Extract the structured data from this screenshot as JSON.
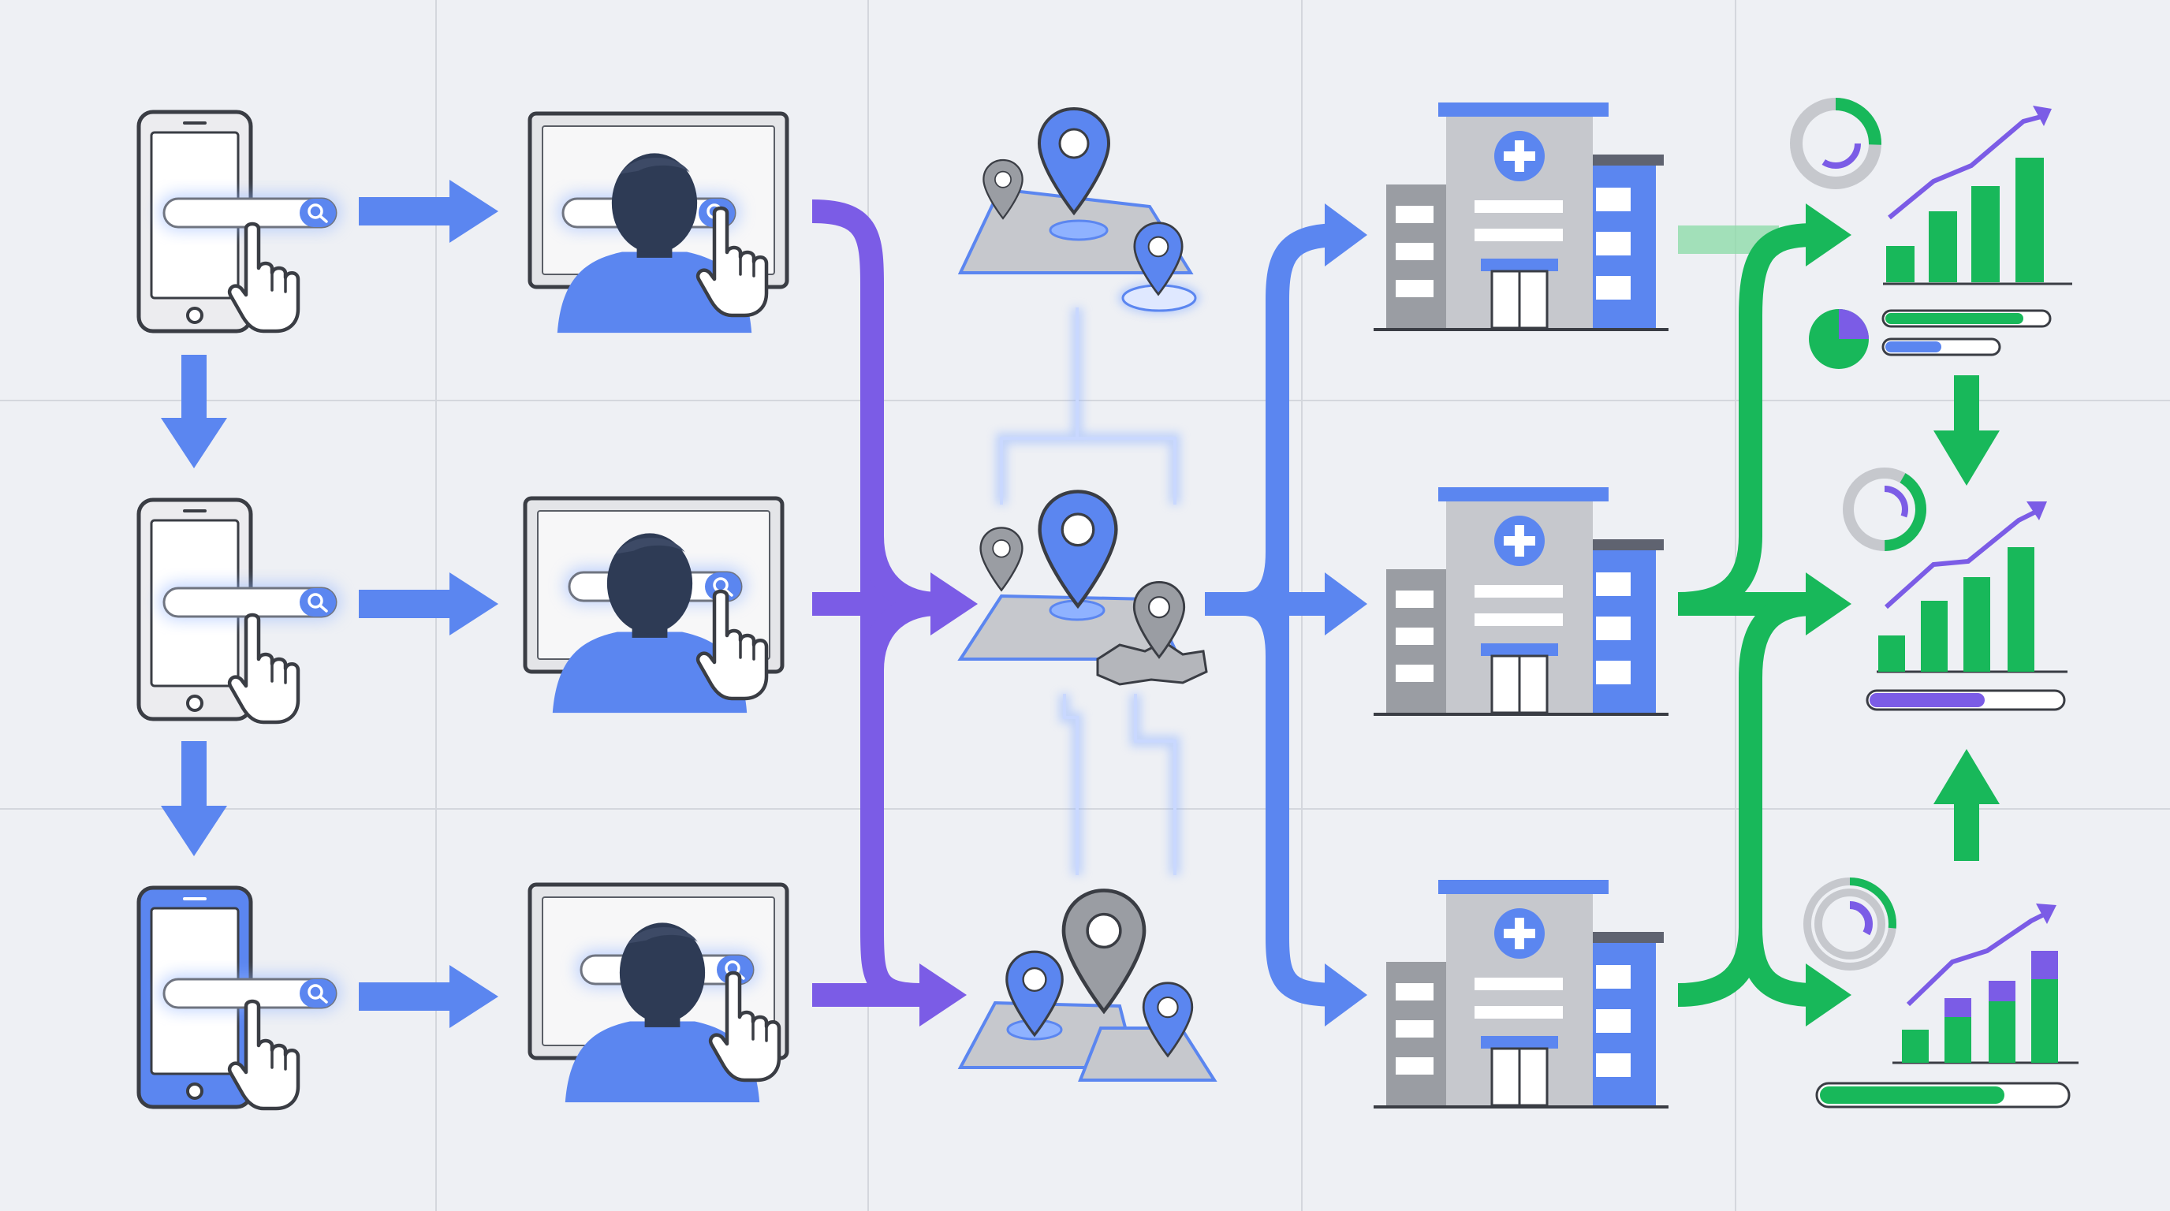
{
  "colors": {
    "background": "#eef0f4",
    "grid_line": "#d4d7dd",
    "blue": "#5b86f0",
    "blue_dark": "#4f78e6",
    "purple": "#7b5ce6",
    "green": "#18b85a",
    "green_light": "#8fdcaa",
    "gray": "#9a9da3",
    "gray_light": "#c6c8cd",
    "outline": "#3a3d44",
    "hair": "#2e3b55",
    "screen": "#e7e8eb",
    "glow": "#8fb2ff"
  },
  "icons": {
    "phone": "smartphone-icon",
    "search": "search-icon",
    "hand": "pointing-hand-icon",
    "monitor": "desktop-monitor-icon",
    "user": "user-icon",
    "pin": "map-pin-icon",
    "map": "map-icon",
    "hospital": "hospital-building-icon",
    "cross": "medical-cross-icon",
    "chart": "bar-chart-icon",
    "donut": "donut-chart-icon",
    "pie": "pie-chart-icon",
    "progress": "progress-bar-icon",
    "trend": "trend-arrow-icon"
  },
  "stages": {
    "phones": [
      "phone-1",
      "phone-2",
      "phone-3"
    ],
    "monitors": [
      "monitor-1",
      "monitor-2",
      "monitor-3"
    ],
    "maps": [
      "map-1",
      "map-2",
      "map-3"
    ],
    "hospitals": [
      "hospital-1",
      "hospital-2",
      "hospital-3"
    ],
    "dashboards": [
      "dashboard-1",
      "dashboard-2",
      "dashboard-3"
    ]
  },
  "progress": {
    "dashboard_1_bar_1": 0.85,
    "dashboard_1_bar_2": 0.5,
    "dashboard_2_bar_1": 0.6,
    "dashboard_3_bar_1": 0.75
  }
}
